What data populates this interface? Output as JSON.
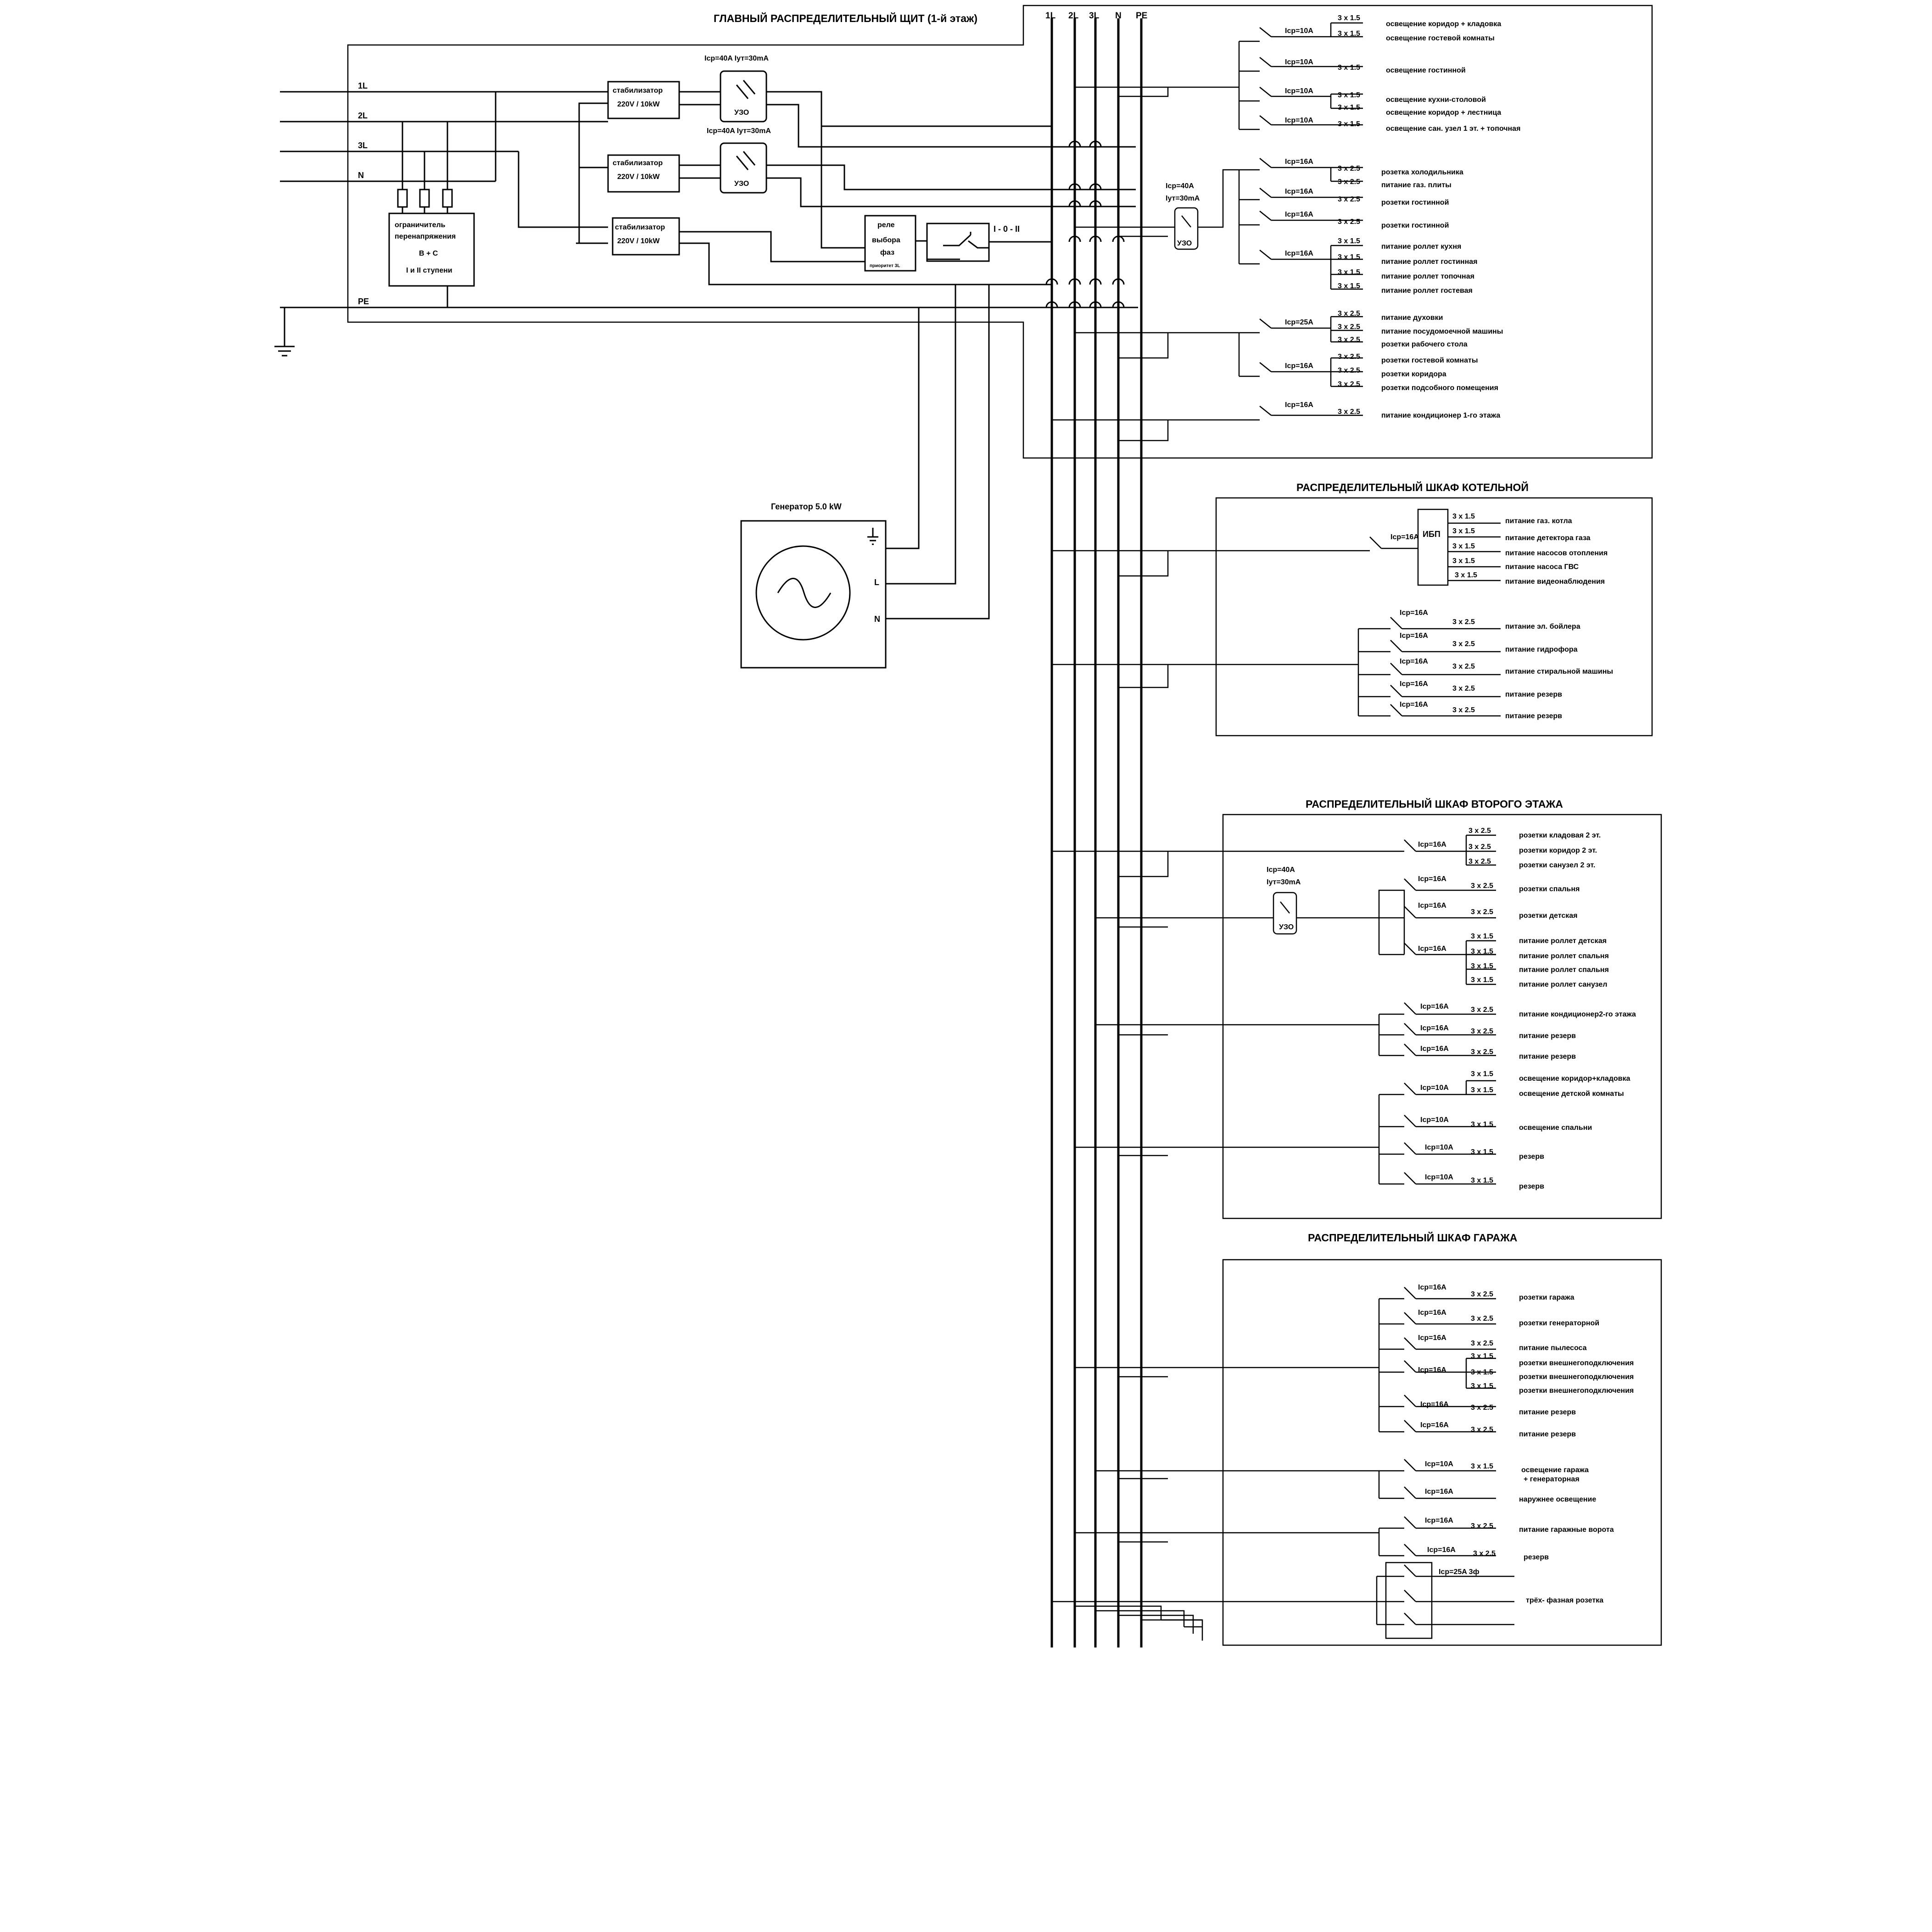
{
  "main_panel": {
    "title": "ГЛАВНЫЙ РАСПРЕДЕЛИТЕЛЬНЫЙ ЩИТ (1-й этаж)",
    "bus_labels": [
      "1L",
      "2L",
      "3L",
      "N",
      "PE"
    ],
    "input_labels": [
      "1L",
      "2L",
      "3L",
      "N",
      "PE"
    ],
    "stabilizer": {
      "line1": "стабилизатор",
      "line2": "220V / 10kW"
    },
    "rcd_rating": "Icp=40A Iут=30mA",
    "rcd_label": "УЗО",
    "surge": {
      "line1": "ограничитель",
      "line2": "перенапряжения",
      "line3": "B + C",
      "line4": "I и II ступени"
    },
    "relay": {
      "line1": "реле",
      "line2": "выбора",
      "line3": "фаз",
      "line4": "приоритет 3L"
    },
    "switch_label": "I - 0 - II",
    "generator": {
      "title": "Генератор 5.0 kW",
      "terminal_l": "L",
      "terminal_n": "N"
    },
    "rcd2": {
      "line1": "Icp=40A",
      "line2": "Iут=30mA",
      "label": "УЗО"
    },
    "circuits": [
      {
        "breaker": "Icp=10A",
        "cables": [
          "3 x 1.5",
          "3 x 1.5"
        ],
        "loads": [
          "освещение коридор + кладовка",
          "освещение гостевой комнаты"
        ]
      },
      {
        "breaker": "Icp=10A",
        "cables": [
          "3 x 1.5"
        ],
        "loads": [
          "освещение гостинной"
        ]
      },
      {
        "breaker": "Icp=10A",
        "cables": [
          "3 x 1.5",
          "3 x 1.5"
        ],
        "loads": [
          "освещение кухни-столовой",
          "освещение коридор + лестница"
        ]
      },
      {
        "breaker": "Icp=10A",
        "cables": [
          "3 x 1.5"
        ],
        "loads": [
          "освещение сан. узел 1 эт. + топочная"
        ]
      },
      {
        "breaker": "Icp=16A",
        "cables": [
          "3 x 2.5",
          "3 x 2.5"
        ],
        "loads": [
          "розетка холодильника",
          "питание газ. плиты"
        ]
      },
      {
        "breaker": "Icp=16A",
        "cables": [
          "3 x 2.5"
        ],
        "loads": [
          "розетки гостинной"
        ]
      },
      {
        "breaker": "Icp=16A",
        "cables": [
          "3 x 2.5"
        ],
        "loads": [
          "розетки гостинной"
        ]
      },
      {
        "breaker": "Icp=16A",
        "cables": [
          "3 x 1.5",
          "3 x 1.5",
          "3 x 1.5",
          "3 x 1.5"
        ],
        "loads": [
          "питание роллет кухня",
          "питание роллет гостинная",
          "питание роллет топочная",
          "питание роллет гостевая"
        ]
      },
      {
        "breaker": "Icp=25A",
        "cables": [
          "3 x 2.5",
          "3 x 2.5",
          "3 x 2.5"
        ],
        "loads": [
          "питание духовки",
          "питание посудомоечной машины",
          "розетки рабочего стола"
        ]
      },
      {
        "breaker": "Icp=16A",
        "cables": [
          "3 x 2.5",
          "3 x 2.5",
          "3 x 2.5"
        ],
        "loads": [
          "розетки гостевой комнаты",
          "розетки коридора",
          "розетки подсобного помещения"
        ]
      },
      {
        "breaker": "Icp=16A",
        "cables": [
          "3 x 2.5"
        ],
        "loads": [
          "питание кондиционер 1-го этажа"
        ]
      }
    ]
  },
  "boiler_panel": {
    "title": "РАСПРЕДЕЛИТЕЛЬНЫЙ ШКАФ КОТЕЛЬНОЙ",
    "ups": {
      "breaker": "Icp=16A",
      "label": "ИБП",
      "cables": [
        "3 x 1.5",
        "3 x 1.5",
        "3 x 1.5",
        "3 x 1.5",
        "3 x 1.5"
      ],
      "loads": [
        "питание газ. котла",
        "питание детектора газа",
        "питание насосов отопления",
        "питание насоса ГВС",
        "питание видеонаблюдения"
      ]
    },
    "circuits": [
      {
        "breaker": "Icp=16A",
        "cable": "3 x 2.5",
        "load": "питание эл. бойлера"
      },
      {
        "breaker": "Icp=16A",
        "cable": "3 x 2.5",
        "load": "питание гидрофора"
      },
      {
        "breaker": "Icp=16A",
        "cable": "3 x 2.5",
        "load": "питание стиральной машины"
      },
      {
        "breaker": "Icp=16A",
        "cable": "3 x 2.5",
        "load": "питание резерв"
      },
      {
        "breaker": "Icp=16A",
        "cable": "3 x 2.5",
        "load": "питание резерв"
      }
    ]
  },
  "second_floor_panel": {
    "title": "РАСПРЕДЕЛИТЕЛЬНЫЙ ШКАФ ВТОРОГО ЭТАЖА",
    "rcd": {
      "line1": "Icp=40A",
      "line2": "Iут=30mA",
      "label": "УЗО"
    },
    "circuits": [
      {
        "breaker": "Icp=16A",
        "cables": [
          "3 x 2.5",
          "3 x 2.5",
          "3 x 2.5"
        ],
        "loads": [
          "розетки кладовая 2 эт.",
          "розетки коридор 2 эт.",
          "розетки санузел 2 эт."
        ]
      },
      {
        "breaker": "Icp=16A",
        "cables": [
          "3 x 2.5"
        ],
        "loads": [
          "розетки спальня"
        ]
      },
      {
        "breaker": "Icp=16A",
        "cables": [
          "3 x 2.5"
        ],
        "loads": [
          "розетки детская"
        ]
      },
      {
        "breaker": "Icp=16A",
        "cables": [
          "3 x 1.5",
          "3 x 1.5",
          "3 x 1.5",
          "3 x 1.5"
        ],
        "loads": [
          "питание роллет детская",
          "питание роллет спальня",
          "питание роллет спальня",
          "питание роллет санузел"
        ]
      },
      {
        "breaker": "Icp=16A",
        "cables": [
          "3 x 2.5"
        ],
        "loads": [
          "питание кондиционер2-го этажа"
        ]
      },
      {
        "breaker": "Icp=16A",
        "cables": [
          "3 x 2.5"
        ],
        "loads": [
          "питание резерв"
        ]
      },
      {
        "breaker": "Icp=16A",
        "cables": [
          "3 x 2.5"
        ],
        "loads": [
          "питание резерв"
        ]
      },
      {
        "breaker": "Icp=10A",
        "cables": [
          "3 x 1.5",
          "3 x 1.5"
        ],
        "loads": [
          "освещение коридор+кладовка",
          "освещение детской комнаты"
        ]
      },
      {
        "breaker": "Icp=10A",
        "cables": [
          "3 x 1.5"
        ],
        "loads": [
          "освещение спальни"
        ]
      },
      {
        "breaker": "Icp=10A",
        "cables": [
          "3 x 1.5"
        ],
        "loads": [
          "резерв"
        ]
      },
      {
        "breaker": "Icp=10A",
        "cables": [
          "3 x 1.5"
        ],
        "loads": [
          "резерв"
        ]
      }
    ]
  },
  "garage_panel": {
    "title": "РАСПРЕДЕЛИТЕЛЬНЫЙ ШКАФ ГАРАЖА",
    "circuits": [
      {
        "breaker": "Icp=16A",
        "cables": [
          "3 x 2.5"
        ],
        "loads": [
          "розетки гаража"
        ]
      },
      {
        "breaker": "Icp=16A",
        "cables": [
          "3 x 2.5"
        ],
        "loads": [
          "розетки генераторной"
        ]
      },
      {
        "breaker": "Icp=16A",
        "cables": [
          "3 x 2.5"
        ],
        "loads": [
          "питание пылесоса"
        ]
      },
      {
        "breaker": "Icp=16A",
        "cables": [
          "3 x 1.5",
          "3 x 1.5",
          "3 x 1.5"
        ],
        "loads": [
          "розетки внешнегоподключения",
          "розетки внешнегоподключения",
          "розетки внешнегоподключения"
        ]
      },
      {
        "breaker": "Icp=16A",
        "cables": [
          "3 x 2.5"
        ],
        "loads": [
          "питание резерв"
        ]
      },
      {
        "breaker": "Icp=16A",
        "cables": [
          "3 x 2.5"
        ],
        "loads": [
          "питание резерв"
        ]
      },
      {
        "breaker": "Icp=10A",
        "cables": [
          "3 x 1.5"
        ],
        "loads": [
          "освещение гаража",
          "+ генераторная"
        ]
      },
      {
        "breaker": "Icp=16A",
        "cables": [],
        "loads": [
          "наружнее освещение"
        ]
      },
      {
        "breaker": "Icp=16A",
        "cables": [
          "3 x 2.5"
        ],
        "loads": [
          "питание гаражные ворота"
        ]
      },
      {
        "breaker": "Icp=16A",
        "cables": [
          "3 x 2.5"
        ],
        "loads": [
          "резерв"
        ]
      }
    ],
    "three_phase": {
      "breaker": "Icp=25A 3ф",
      "load": "трёх- фазная розетка"
    }
  }
}
